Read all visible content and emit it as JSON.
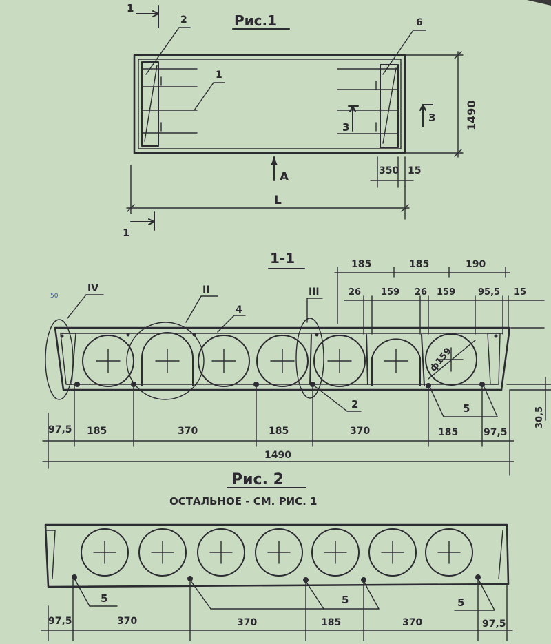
{
  "colors": {
    "paper": "#c9dcc2",
    "ink": "#2e2c33"
  },
  "fig1": {
    "title": "Рис.1",
    "section_mark": "1",
    "callouts": {
      "c1": "1",
      "c2": "2",
      "c6": "6"
    },
    "section_3": "3",
    "view_label": "A",
    "dims": {
      "height": "1490",
      "end_width": "350",
      "end_offset": "15",
      "length": "L"
    }
  },
  "section": {
    "title": "1-1",
    "top_dims": [
      "185",
      "185",
      "190"
    ],
    "sub_dims": [
      "26",
      "159",
      "26",
      "159",
      "95,5",
      "15"
    ],
    "small_note": "50",
    "details": {
      "d4": "IV",
      "d2": "II",
      "d3": "III"
    },
    "callouts": {
      "c4": "4",
      "c2": "2",
      "c5": "5"
    },
    "diameter": "ф159",
    "right_dim": "30,5",
    "bottom_dims": [
      "97,5",
      "185",
      "370",
      "185",
      "370",
      "185",
      "97,5"
    ],
    "total": "1490"
  },
  "fig2": {
    "title": "Рис. 2",
    "subtitle": "ОСТАЛЬНОЕ - СМ. РИС. 1",
    "callouts": [
      "5",
      "5",
      "5"
    ],
    "bottom_dims": [
      "97,5",
      "370",
      "370",
      "185",
      "370",
      "97,5"
    ]
  }
}
